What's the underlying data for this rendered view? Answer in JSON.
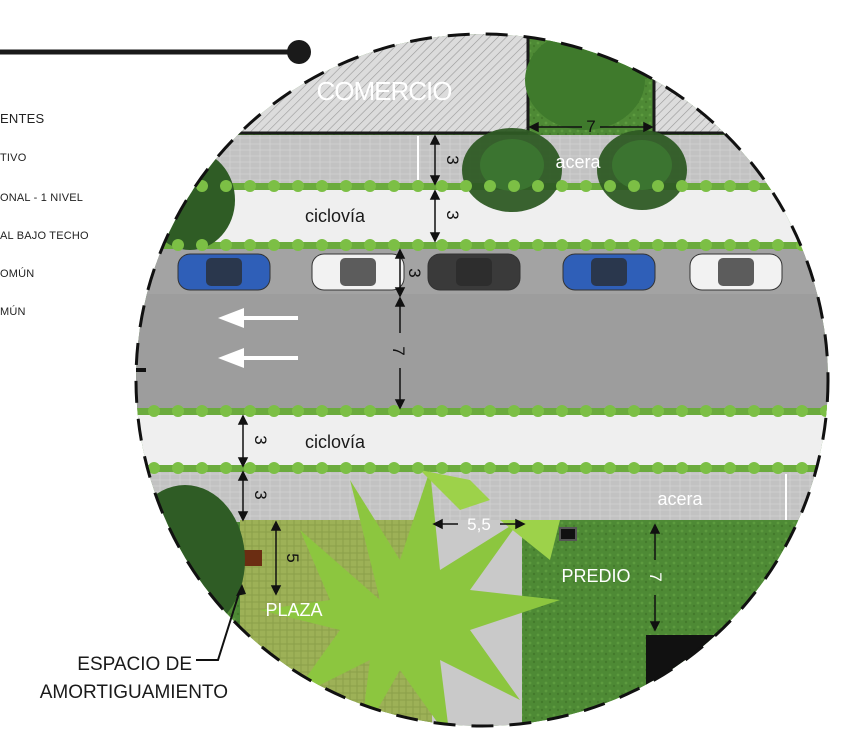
{
  "legend": {
    "items": [
      "ENTES",
      "TIVO",
      "ONAL - 1 NIVEL",
      "AL BAJO TECHO",
      "OMÚN",
      "MÚN"
    ]
  },
  "labels": {
    "comercio": "COMERCIO",
    "acera_top": "acera",
    "acera_bottom": "acera",
    "ciclovia_top": "ciclovía",
    "ciclovia_bottom": "ciclovía",
    "predio": "PREDIO",
    "plaza": "PLAZA",
    "espacio_line1": "ESPACIO DE",
    "espacio_line2": "AMORTIGUAMIENTO"
  },
  "dimensions": {
    "comercio_setback": "7",
    "acera_top": "3",
    "ciclovia_top": "3",
    "parking": "3",
    "road": "7",
    "ciclovia_bottom": "3",
    "acera_bottom": "3",
    "plaza": "5",
    "path_width": "5,5",
    "predio_setback": "7"
  },
  "cars": [
    {
      "color": "#2f5fb8"
    },
    {
      "color": "#f2f2f2"
    },
    {
      "color": "#3a3a3a"
    },
    {
      "color": "#2f5fb8"
    },
    {
      "color": "#f2f2f2"
    }
  ],
  "colors": {
    "grass": "#4f8a35",
    "road": "#9c9c9c",
    "pavers": "#c9c9c9",
    "bike_lane": "#eeeeee",
    "hatch_block": "#d8d8d8",
    "tree_dark": "#2e5a24",
    "palm": "#8cc63f"
  }
}
